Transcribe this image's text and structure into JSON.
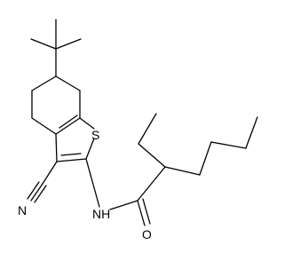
{
  "molecule": {
    "atom_labels": {
      "sulfur": "S",
      "nitrogen_amide": "NH",
      "oxygen": "O",
      "nitrogen_nitrile": "N"
    },
    "colors": {
      "bond": "#000000",
      "label": "#000000",
      "background": "#ffffff"
    }
  }
}
